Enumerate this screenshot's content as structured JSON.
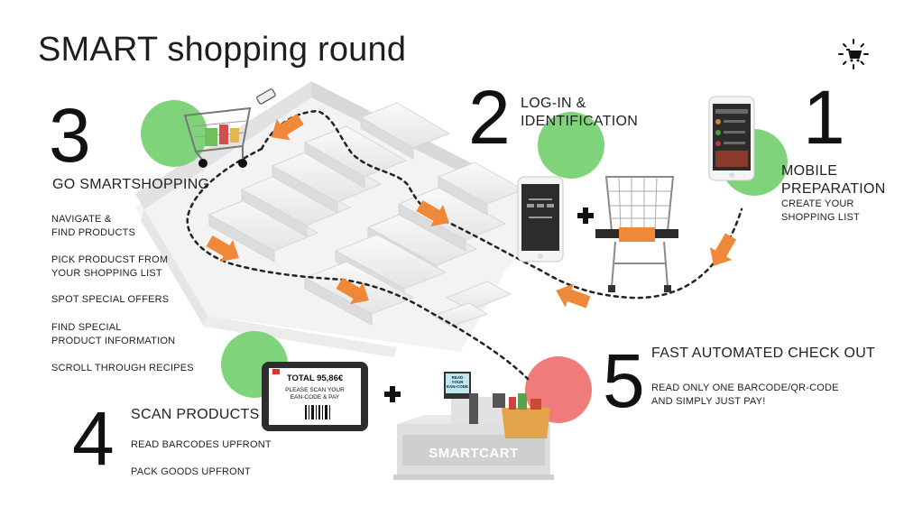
{
  "title": "SMART shopping round",
  "steps": {
    "s1": {
      "number": "1",
      "heading": [
        "MOBILE",
        "PREPARATION"
      ],
      "sub": [
        "CREATE YOUR",
        "SHOPPING LIST"
      ]
    },
    "s2": {
      "number": "2",
      "heading": [
        "LOG-IN &",
        "IDENTIFICATION"
      ]
    },
    "s3": {
      "number": "3",
      "heading": "GO SMARTSHOPPING",
      "items": [
        [
          "NAVIGATE &",
          "FIND PRODUCTS"
        ],
        [
          "PICK PRODUCST FROM",
          "YOUR SHOPPING LIST"
        ],
        [
          "SPOT SPECIAL OFFERS"
        ],
        [
          "FIND SPECIAL",
          "PRODUCT INFORMATION"
        ],
        [
          "SCROLL THROUGH RECIPES"
        ]
      ]
    },
    "s4": {
      "number": "4",
      "heading": "SCAN PRODUCTS",
      "items": [
        "READ BARCODES UPFRONT",
        "PACK GOODS UPFRONT"
      ]
    },
    "s5": {
      "number": "5",
      "heading": "FAST AUTOMATED CHECK OUT",
      "sub": [
        "READ ONLY ONE BARCODE/QR-CODE",
        "AND SIMPLY JUST PAY!"
      ]
    }
  },
  "tablet": {
    "total": "TOTAL 95,86€",
    "msg": [
      "PLEASE SCAN YOUR",
      "EAN-CODE & PAY"
    ]
  },
  "kiosk": {
    "brand": "SMARTCART",
    "screen": [
      "READ YOUR",
      "EAN-CODE"
    ]
  },
  "icons": {
    "corner": "cart-sparkle-icon",
    "plus": "plus-icon",
    "arrow": "orange-arrow-icon"
  },
  "colors": {
    "green": "#7fd37a",
    "red": "#f07b7b",
    "orange": "#f0883a",
    "shelf": "#ececec"
  }
}
